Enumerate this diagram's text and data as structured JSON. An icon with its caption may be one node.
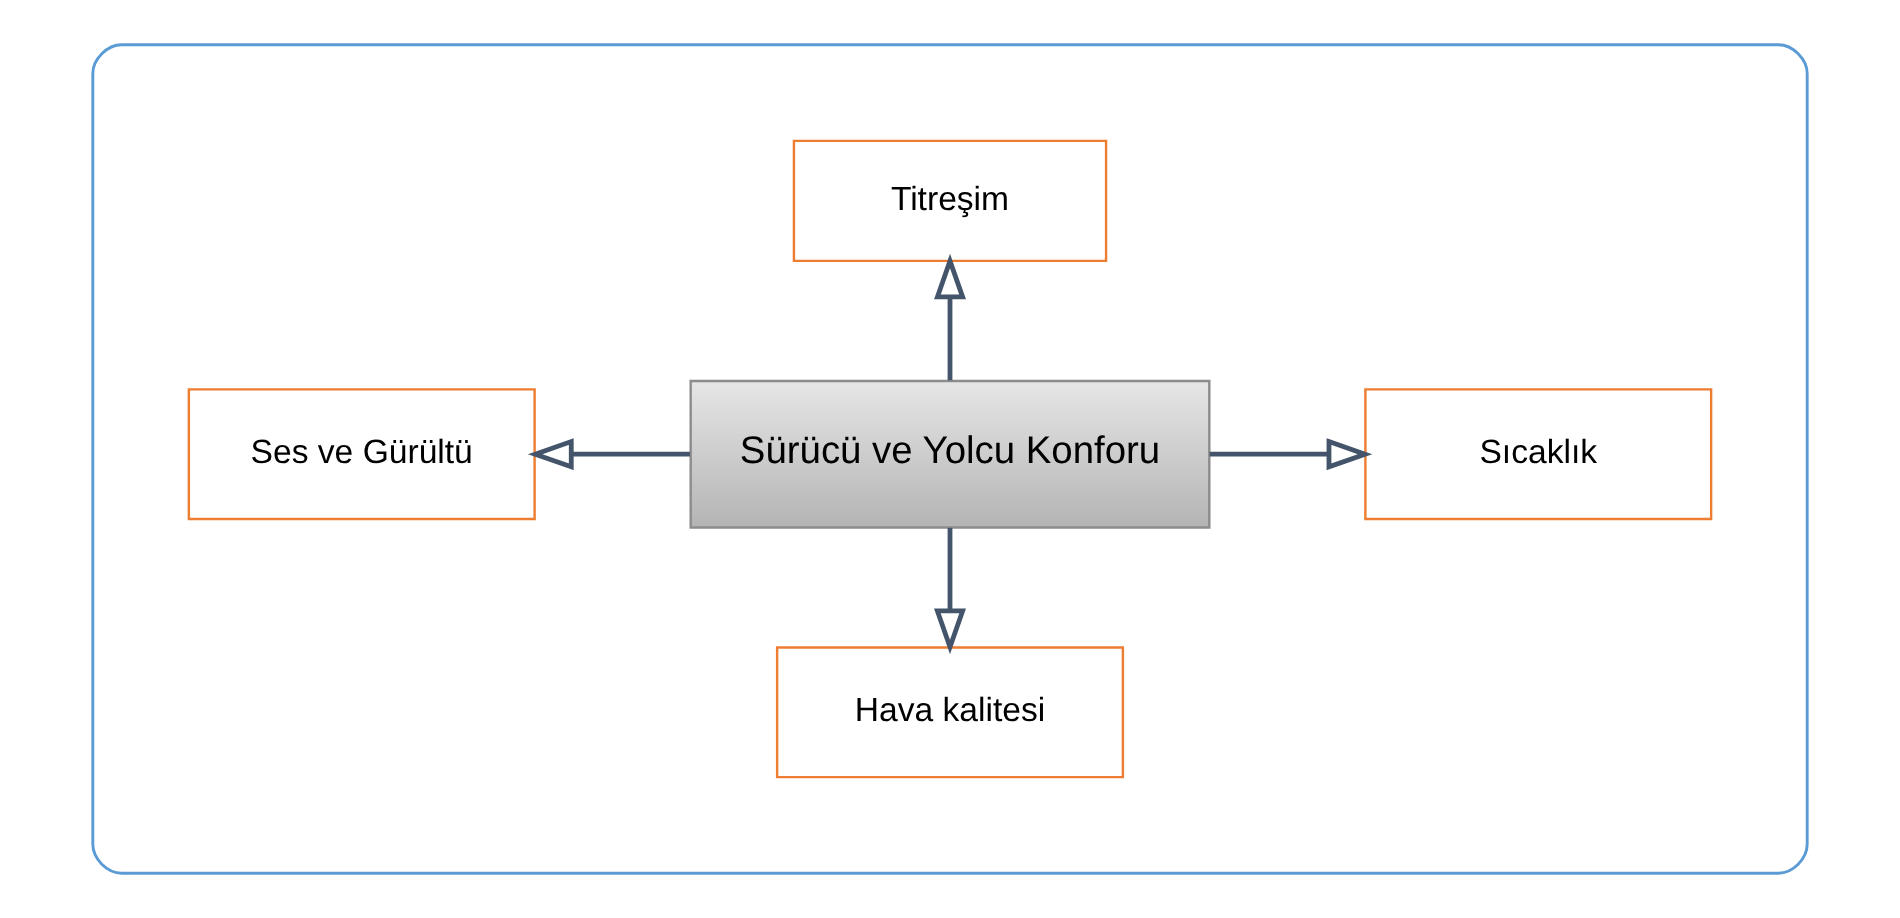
{
  "diagram": {
    "nodes": [
      {
        "text": [],
        "shape": "box"
      },
      {
        "text": [
          "Sürücü ve Yolcu Konforu"
        ],
        "in": 0
      },
      {
        "text": [
          "Titreşim"
        ],
        "in": 0
      },
      {
        "text": [
          "Ses ve Gürültü"
        ],
        "in": 0
      },
      {
        "text": [
          "Sıcaklık"
        ],
        "in": 0
      },
      {
        "text": [
          "Hava kalitesi"
        ],
        "in": 0
      }
    ],
    "edges": [
      {
        "from": 1,
        "to": 2,
        "arrow": "to"
      },
      {
        "from": 1,
        "to": 3,
        "arrow": "to"
      },
      {
        "from": 1,
        "to": 4,
        "arrow": "to"
      },
      {
        "from": 1,
        "to": 5,
        "arrow": "to"
      }
    ]
  }
}
